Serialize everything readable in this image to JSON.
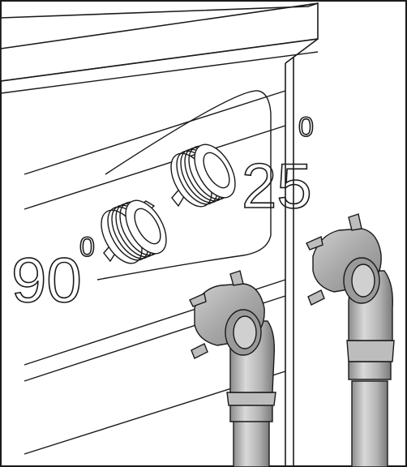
{
  "labels": {
    "left_value": "90",
    "left_unit": "0",
    "right_value": "25",
    "right_unit": "0"
  },
  "colors": {
    "outline": "#1a1a1a",
    "fill_light": "#ffffff",
    "hose_fill": "#bdbdbd",
    "hose_dark": "#8c8c8c",
    "hose_light": "#d9d9d9"
  },
  "icons": {
    "left_connector": "threaded-inlet-icon",
    "right_connector": "threaded-inlet-icon",
    "left_hose": "elbow-hose-icon",
    "right_hose": "elbow-hose-icon"
  }
}
